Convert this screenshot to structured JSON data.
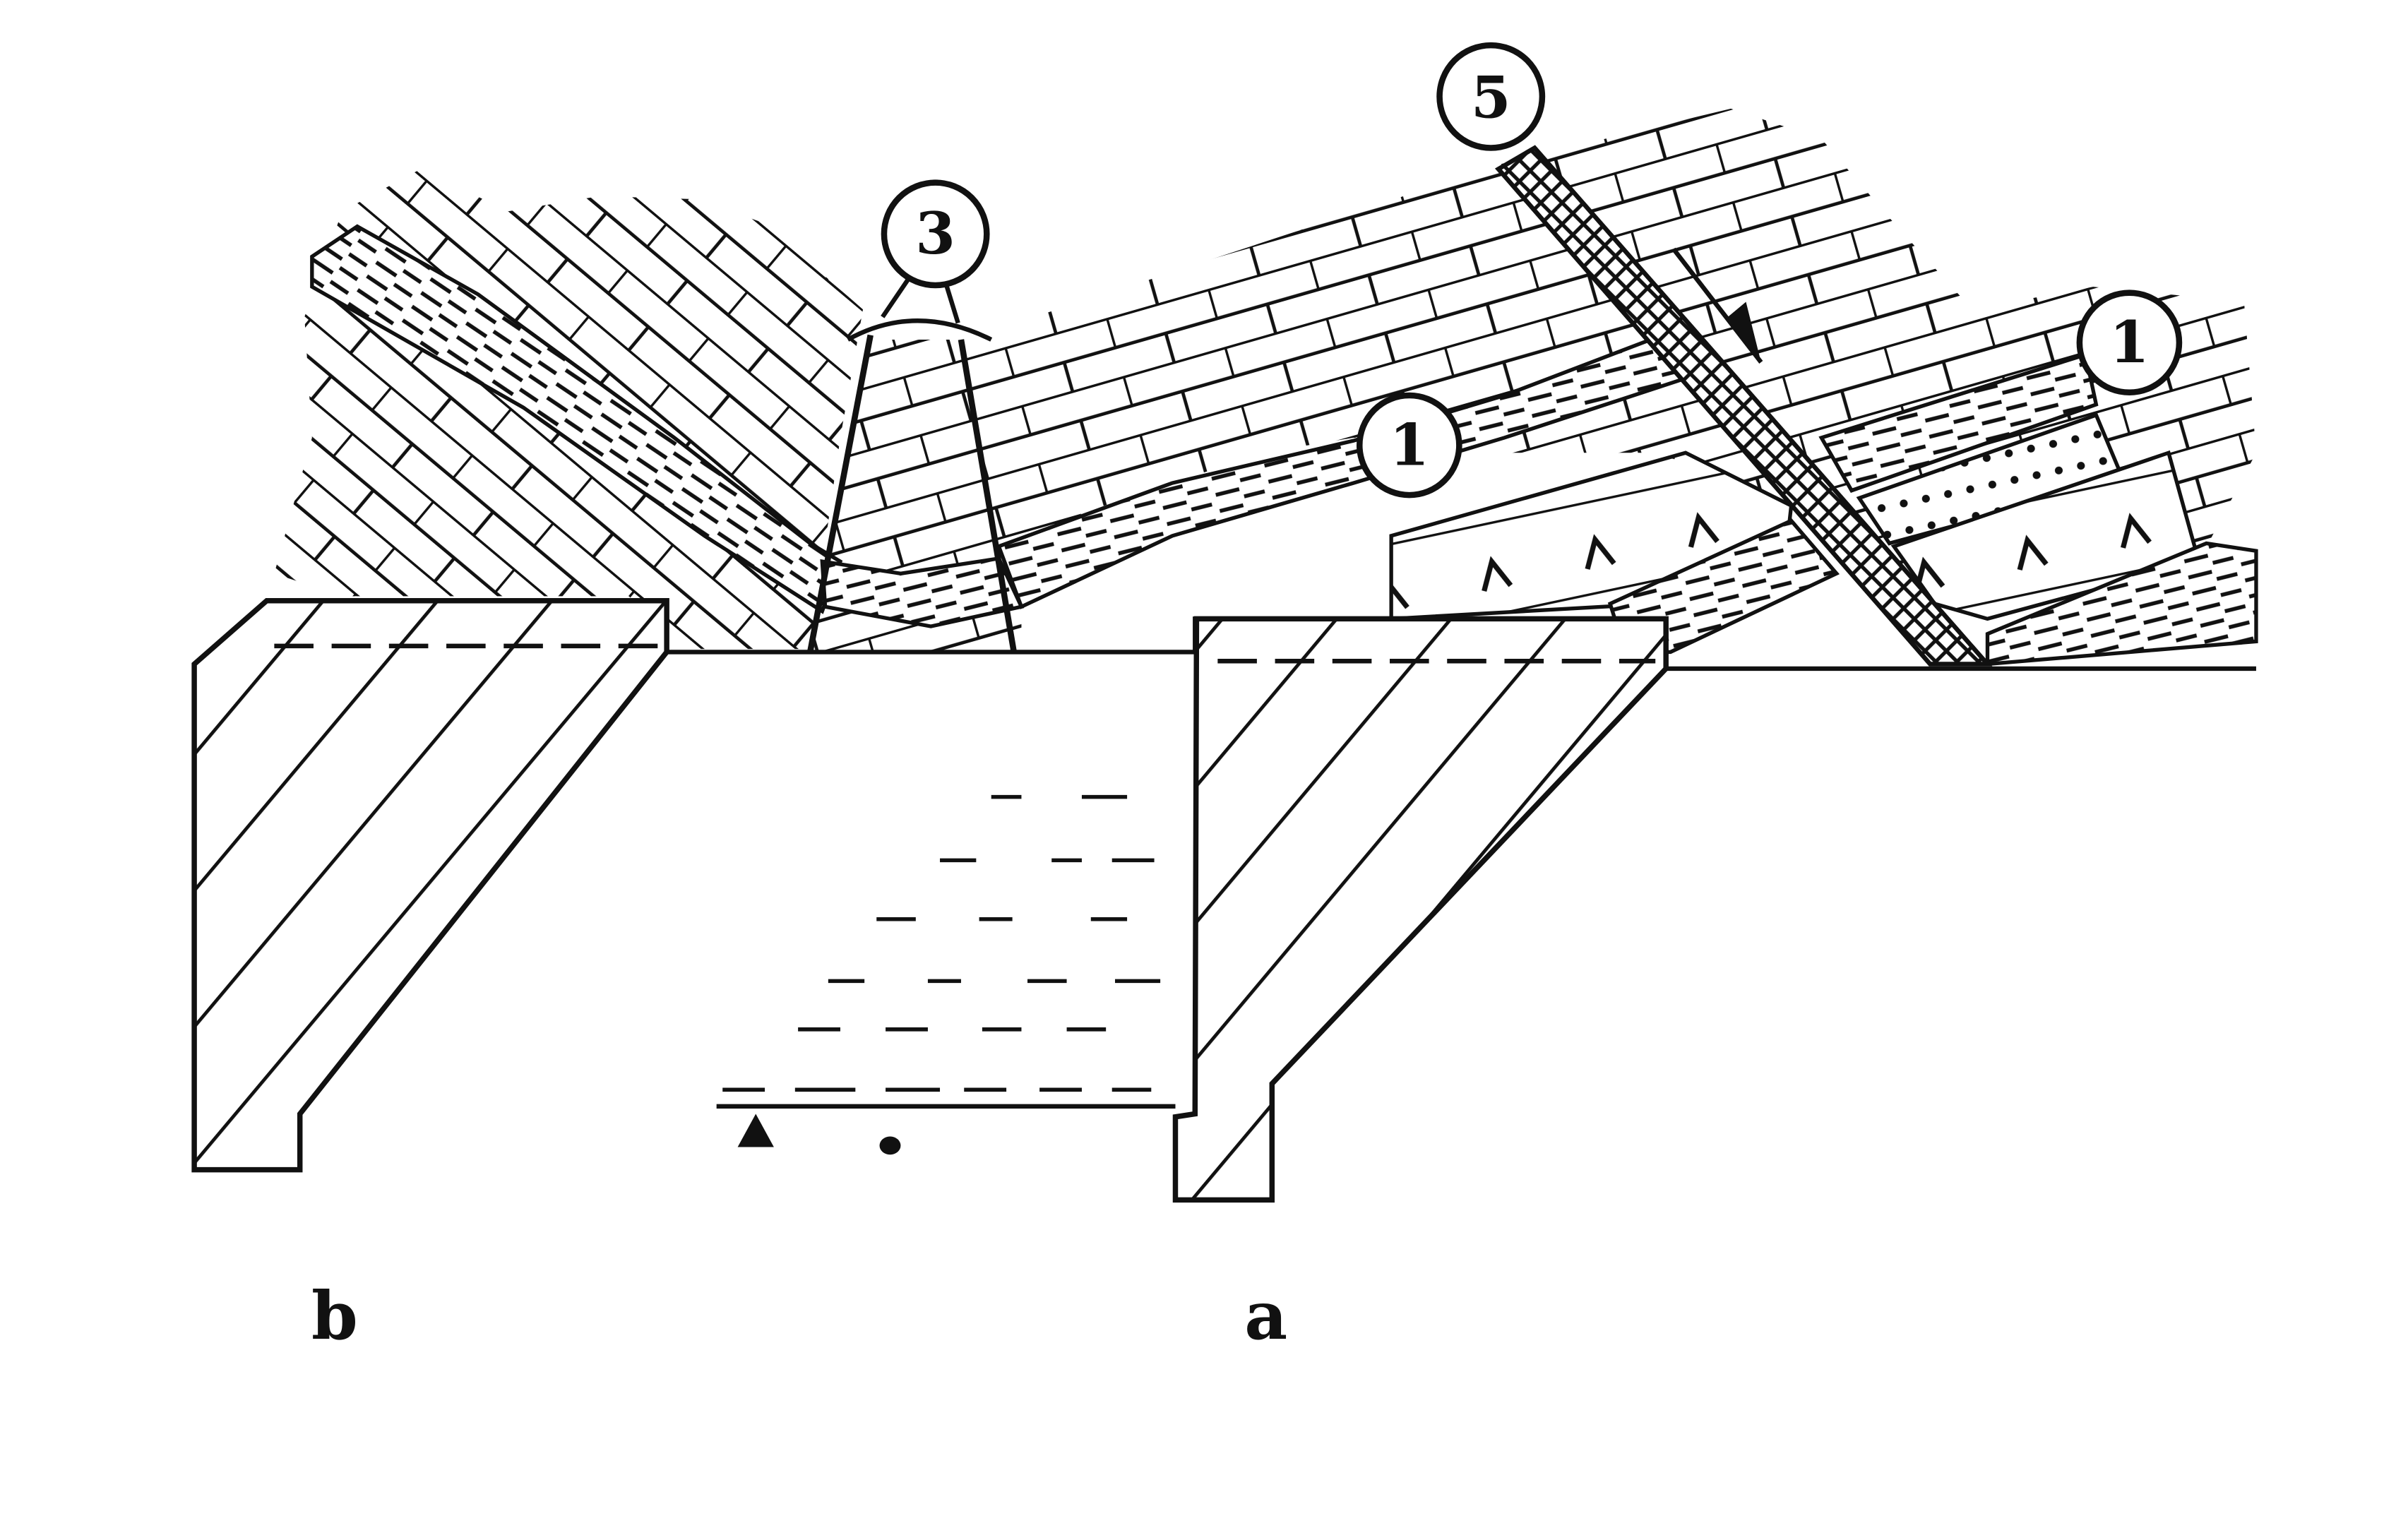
{
  "labels": {
    "callout_3": "3",
    "callout_5": "5",
    "callout_1_center": "1",
    "callout_1_right": "1",
    "panel_left": "b",
    "panel_right": "a"
  },
  "colors": {
    "ink": "#111111",
    "background": "#ffffff"
  }
}
